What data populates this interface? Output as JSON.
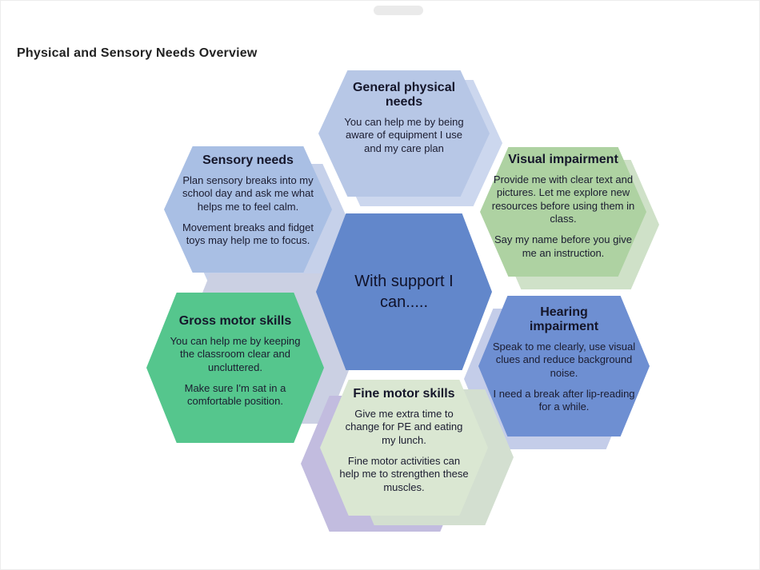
{
  "page": {
    "title": "Physical and Sensory Needs Overview"
  },
  "diagram": {
    "center_hexagon": {
      "title": "With support I can.....",
      "color": "#6287cb"
    },
    "hexagons": [
      {
        "position": "top",
        "title": "General physical needs",
        "color": "#b7c7e6",
        "paragraphs": [
          "You can help me by being aware of equipment I use and my care plan"
        ]
      },
      {
        "position": "top-left",
        "title": "Sensory needs",
        "color": "#a9bfe4",
        "paragraphs": [
          "Plan sensory breaks into my school day and ask me what helps me to feel calm.",
          "Movement breaks and fidget toys may help me to focus."
        ]
      },
      {
        "position": "top-right",
        "title": "Visual impairment",
        "color": "#aed2a2",
        "paragraphs": [
          "Provide me with clear text and pictures. Let me explore new resources before using them in class.",
          "Say my name before you give me an instruction."
        ]
      },
      {
        "position": "bottom-left",
        "title": "Gross motor skills",
        "color": "#55c68d",
        "paragraphs": [
          "You can help me by keeping the classroom clear and uncluttered.",
          "Make sure I'm sat in a comfortable position."
        ]
      },
      {
        "position": "bottom-right",
        "title": "Hearing impairment",
        "color": "#6e8fd2",
        "paragraphs": [
          "Speak to me clearly, use visual clues and reduce background noise.",
          "I need a break after lip-reading for a while."
        ]
      },
      {
        "position": "bottom",
        "title": "Fine motor skills",
        "color": "#dae7d2",
        "paragraphs": [
          "Give me extra time to change for PE and eating my lunch.",
          "Fine motor activities can help me to strengthen these muscles."
        ]
      }
    ]
  }
}
